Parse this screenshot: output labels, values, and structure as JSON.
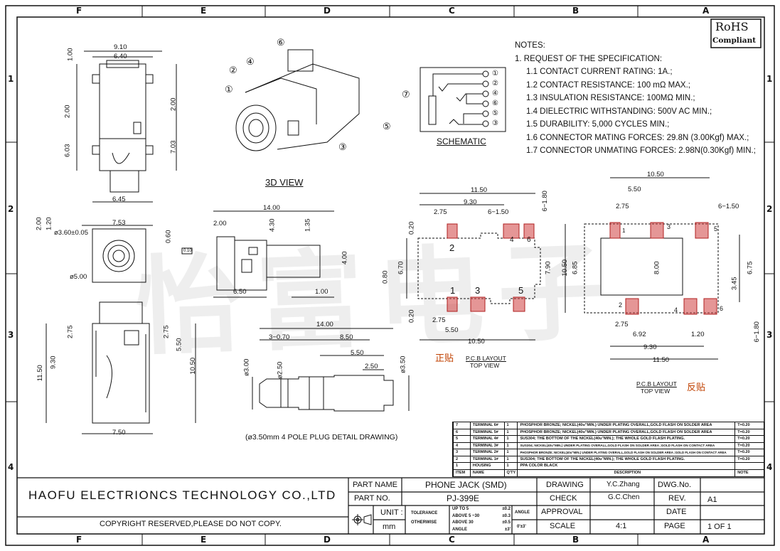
{
  "frame": {
    "columns": [
      "F",
      "E",
      "D",
      "C",
      "B",
      "A"
    ],
    "rows": [
      "1",
      "2",
      "3",
      "4"
    ]
  },
  "watermark": "怡富电子",
  "rohs": {
    "line1": "RoHS",
    "line2": "Compliant"
  },
  "notes": {
    "title": "NOTES:",
    "heading": "1. REQUEST OF THE SPECIFICATION:",
    "items": [
      "1.1 CONTACT CURRENT RATING: 1A.;",
      "1.2 CONTACT RESISTANCE: 100 mΩ MAX.;",
      "1.3 INSULATION RESISTANCE: 100MΩ MIN.;",
      "1.4 DIELECTRIC WITHSTANDING: 500V AC MIN.;",
      "1.5 DURABILITY: 5,000 CYCLES MIN.;",
      "1.6 CONNECTOR MATING FORCES: 29.8N (3.00Kgf) MAX.;",
      "1.7 CONNECTOR UNMATING FORCES: 2.98N(0.30Kgf) MIN.;"
    ]
  },
  "schematic": {
    "label": "SCHEMATIC",
    "pins": [
      "①",
      "②",
      "④",
      "⑥",
      "⑤",
      "③"
    ]
  },
  "views": {
    "view3d": "3D VIEW",
    "plug": "(ø3.50mm 4 POLE PLUG DETAIL DRAWING)",
    "pcb1": {
      "cn": "正贴",
      "title": "P.C.B LAYOUT",
      "sub": "TOP VIEW"
    },
    "pcb2": {
      "cn": "反贴",
      "title": "P.C.B LAYOUT",
      "sub": "TOP VIEW"
    }
  },
  "callouts": [
    "①",
    "②",
    "④",
    "⑥",
    "⑦",
    "⑤",
    "③"
  ],
  "dims": {
    "top": [
      "9.10",
      "6.40",
      "1.00",
      "2.00",
      "2.00",
      "6.03",
      "7.03",
      "6.45"
    ],
    "front": [
      "7.53",
      "2.00",
      "1.20",
      "ø3.60±0.05",
      "0.60",
      "ø5.00",
      "0.10"
    ],
    "side": [
      "14.00",
      "2.00",
      "4.30",
      "1.35",
      "4.00",
      "6.50",
      "1.00"
    ],
    "bottom": [
      "2.75",
      "2.75",
      "5.50",
      "9.30",
      "11.50",
      "10.50",
      "7.50"
    ],
    "plug": [
      "14.00",
      "3−0.70",
      "8.50",
      "5.50",
      "2.50",
      "ø3.00",
      "ø2.50",
      "ø3.50"
    ],
    "pcb1": [
      "11.50",
      "9.30",
      "2.75",
      "6−1.50",
      "6−1.80",
      "0.20",
      "6.70",
      "0.80",
      "7.90",
      "10.50",
      "0.20",
      "2.75",
      "5.50",
      "10.50"
    ],
    "pcb1_pins": [
      "2",
      "1",
      "3",
      "5",
      "4",
      "6"
    ],
    "pcb2": [
      "10.50",
      "5.50",
      "2.75",
      "6−1.50",
      "6.85",
      "8.00",
      "6.75",
      "3.45",
      "2.75",
      "6.92",
      "1.20",
      "9.30",
      "11.50",
      "6−1.80"
    ],
    "pcb2_pins": [
      "1",
      "3",
      "5",
      "2",
      "4",
      "6"
    ]
  },
  "bom": {
    "header": [
      "ITEM",
      "NAME",
      "Q'TY",
      "DESCRIPTION",
      "NOTE"
    ],
    "rows": [
      [
        "7",
        "TERMINAL 6#",
        "1",
        "PHOSPHOR BRONZE; NICKEL(40u\"MIN.) UNDER PLATING OVERALL,GOLD FLASH ON SOLDER AREA",
        "T=0.20"
      ],
      [
        "6",
        "TERMINAL 5#",
        "1",
        "PHOSPHOR BRONZE; NICKEL(40u\"MIN.) UNDER PLATING OVERALL,GOLD FLASH ON SOLDER AREA",
        "T=0.20"
      ],
      [
        "5",
        "TERMINAL 4#",
        "1",
        "SUS304; THE BOTTOM OF THE NICKEL(40u\"MIN.); THE WHOLE GOLD FLASH PLATING.",
        "T=0.20"
      ],
      [
        "4",
        "TERMINAL 3#",
        "1",
        "SUS304; NICKEL(40u\"MIN.) UNDER PLATING OVERALL,GOLD FLASH ON SOLDER AREA ;GOLD FLASH ON CONTACT AREA",
        "T=0.20"
      ],
      [
        "3",
        "TERMINAL 2#",
        "1",
        "PHOSPHOR BRONZE; NICKEL(40u\"MIN.) UNDER PLATING OVERALL,GOLD FLASH ON SOLDER AREA ;GOLD FLASH ON CONTACT AREA",
        "T=0.20"
      ],
      [
        "2",
        "TERMINAL 1#",
        "1",
        "SUS304; THE BOTTOM OF THE NICKEL(40u\"MIN.); THE WHOLE GOLD FLASH PLATING.",
        "T=0.20"
      ],
      [
        "1",
        "HOUSING",
        "1",
        "PPA COLOR BLACK",
        ""
      ]
    ]
  },
  "title_block": {
    "company": "HAOFU ELECTRIONCS TECHNOLOGY CO.,LTD",
    "copyright": "COPYRIGHT RESERVED,PLEASE DO NOT COPY.",
    "part_name_label": "PART NAME",
    "part_name": "PHONE JACK (SMD)",
    "part_no_label": "PART NO.",
    "part_no": "PJ-399E",
    "unit_label": "UNIT :",
    "unit": "mm",
    "tolerance_label": "TOLERANCE",
    "otherwise_label": "OTHERWISE",
    "tol": [
      [
        "UP TO 5",
        "±0.2"
      ],
      [
        "ABOVE 5 ~30",
        "±0.3"
      ],
      [
        "ABOVE 30",
        "±0.5"
      ],
      [
        "ANGLE",
        "±3'"
      ]
    ],
    "angle_label": "ANGLE",
    "angle_value": "0'±3'",
    "drawing_label": "DRAWING",
    "drawing": "Y.C.Zhang",
    "check_label": "CHECK",
    "check": "G.C.Chen",
    "approval_label": "APPROVAL",
    "approval": "",
    "scale_label": "SCALE",
    "scale": "4:1",
    "dwg_label": "DWG.No.",
    "dwg": "",
    "rev_label": "REV.",
    "rev": "A1",
    "date_label": "DATE",
    "date": "",
    "page_label": "PAGE",
    "page": "1 OF 1"
  },
  "colors": {
    "line": "#111111",
    "pcb_pad": "#cc3333",
    "cn_label": "#c04000"
  }
}
